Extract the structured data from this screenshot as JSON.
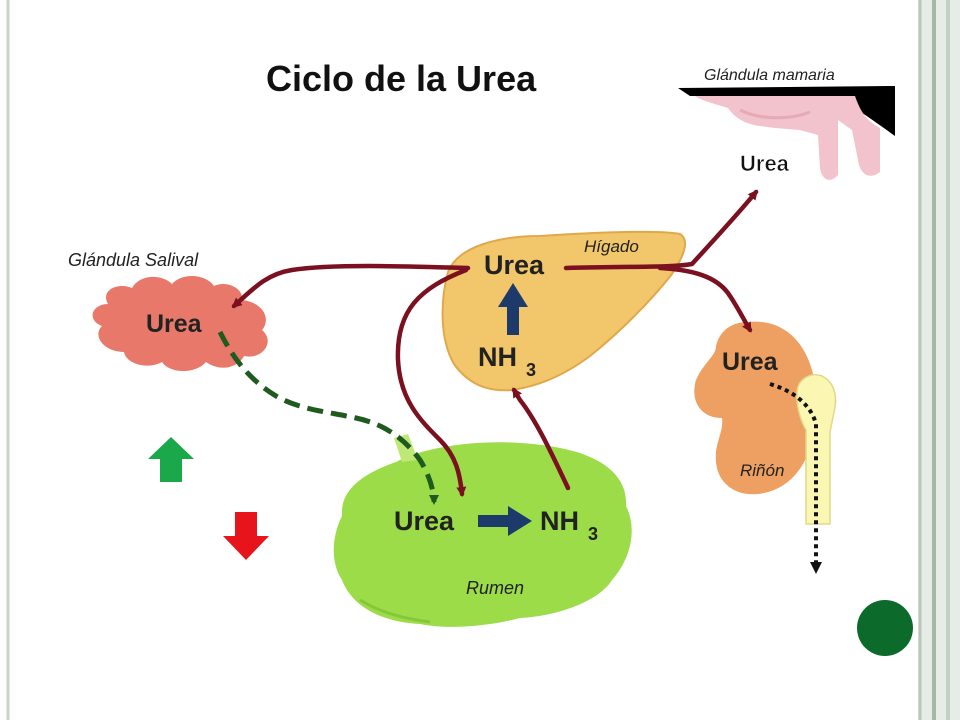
{
  "slide": {
    "title": "Ciclo de la Urea"
  },
  "labels": {
    "mammary_gland": "Glándula mamaria",
    "mammary_urea": "Urea",
    "salivary_gland": "Glándula Salival",
    "salivary_urea": "Urea",
    "liver": "Hígado",
    "liver_urea": "Urea",
    "liver_nh3": "NH",
    "liver_nh3_sub": "3",
    "kidney": "Riñón",
    "kidney_urea": "Urea",
    "rumen": "Rumen",
    "rumen_urea": "Urea",
    "rumen_nh3": "NH",
    "rumen_nh3_sub": "3"
  },
  "colors": {
    "arrow_dark_red": "#7a1020",
    "dashed_green": "#1f5a1f",
    "liver_fill": "#f2c66a",
    "salivary_fill": "#e8786a",
    "kidney_fill": "#eda061",
    "rumen_fill": "#9bdc48",
    "ureter_fill": "#fbf6b2",
    "up_arrow_green": "#1aa84a",
    "down_arrow_red": "#e8141c",
    "circle_green": "#0c6a2a",
    "frame_gray": "#b9c6b9"
  }
}
